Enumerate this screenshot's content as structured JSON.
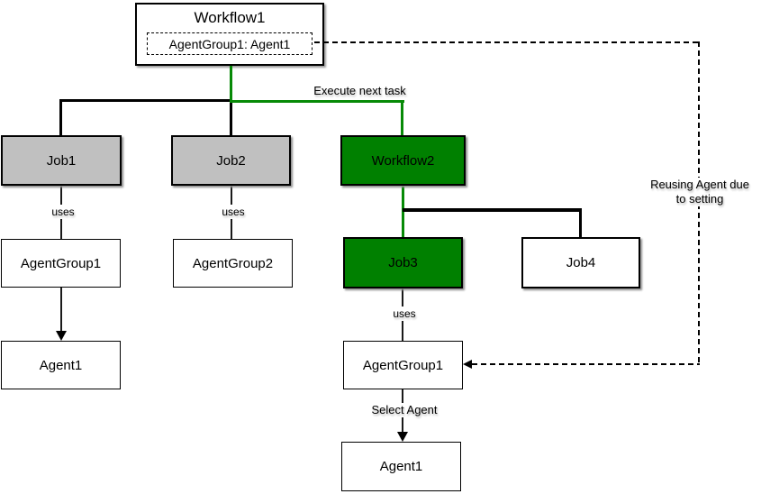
{
  "colors": {
    "node_green": "#008000",
    "node_gray": "#c0c0c0",
    "line_green": "#078a07",
    "line_black": "#000000"
  },
  "workflow1": {
    "title": "Workflow1",
    "agent_binding": "AgentGroup1: Agent1"
  },
  "nodes": {
    "job1": {
      "label": "Job1"
    },
    "job2": {
      "label": "Job2"
    },
    "workflow2": {
      "label": "Workflow2"
    },
    "job3": {
      "label": "Job3"
    },
    "job4": {
      "label": "Job4"
    },
    "agentgroup1_left": {
      "label": "AgentGroup1"
    },
    "agentgroup2": {
      "label": "AgentGroup2"
    },
    "agent1_left": {
      "label": "Agent1"
    },
    "agentgroup1_right": {
      "label": "AgentGroup1"
    },
    "agent1_bottom": {
      "label": "Agent1"
    }
  },
  "edge_labels": {
    "execute_next_task": "Execute next task",
    "uses_job1": "uses",
    "uses_job2": "uses",
    "uses_job3": "uses",
    "select_agent": "Select Agent",
    "reusing_agent": "Reusing Agent due to setting"
  }
}
